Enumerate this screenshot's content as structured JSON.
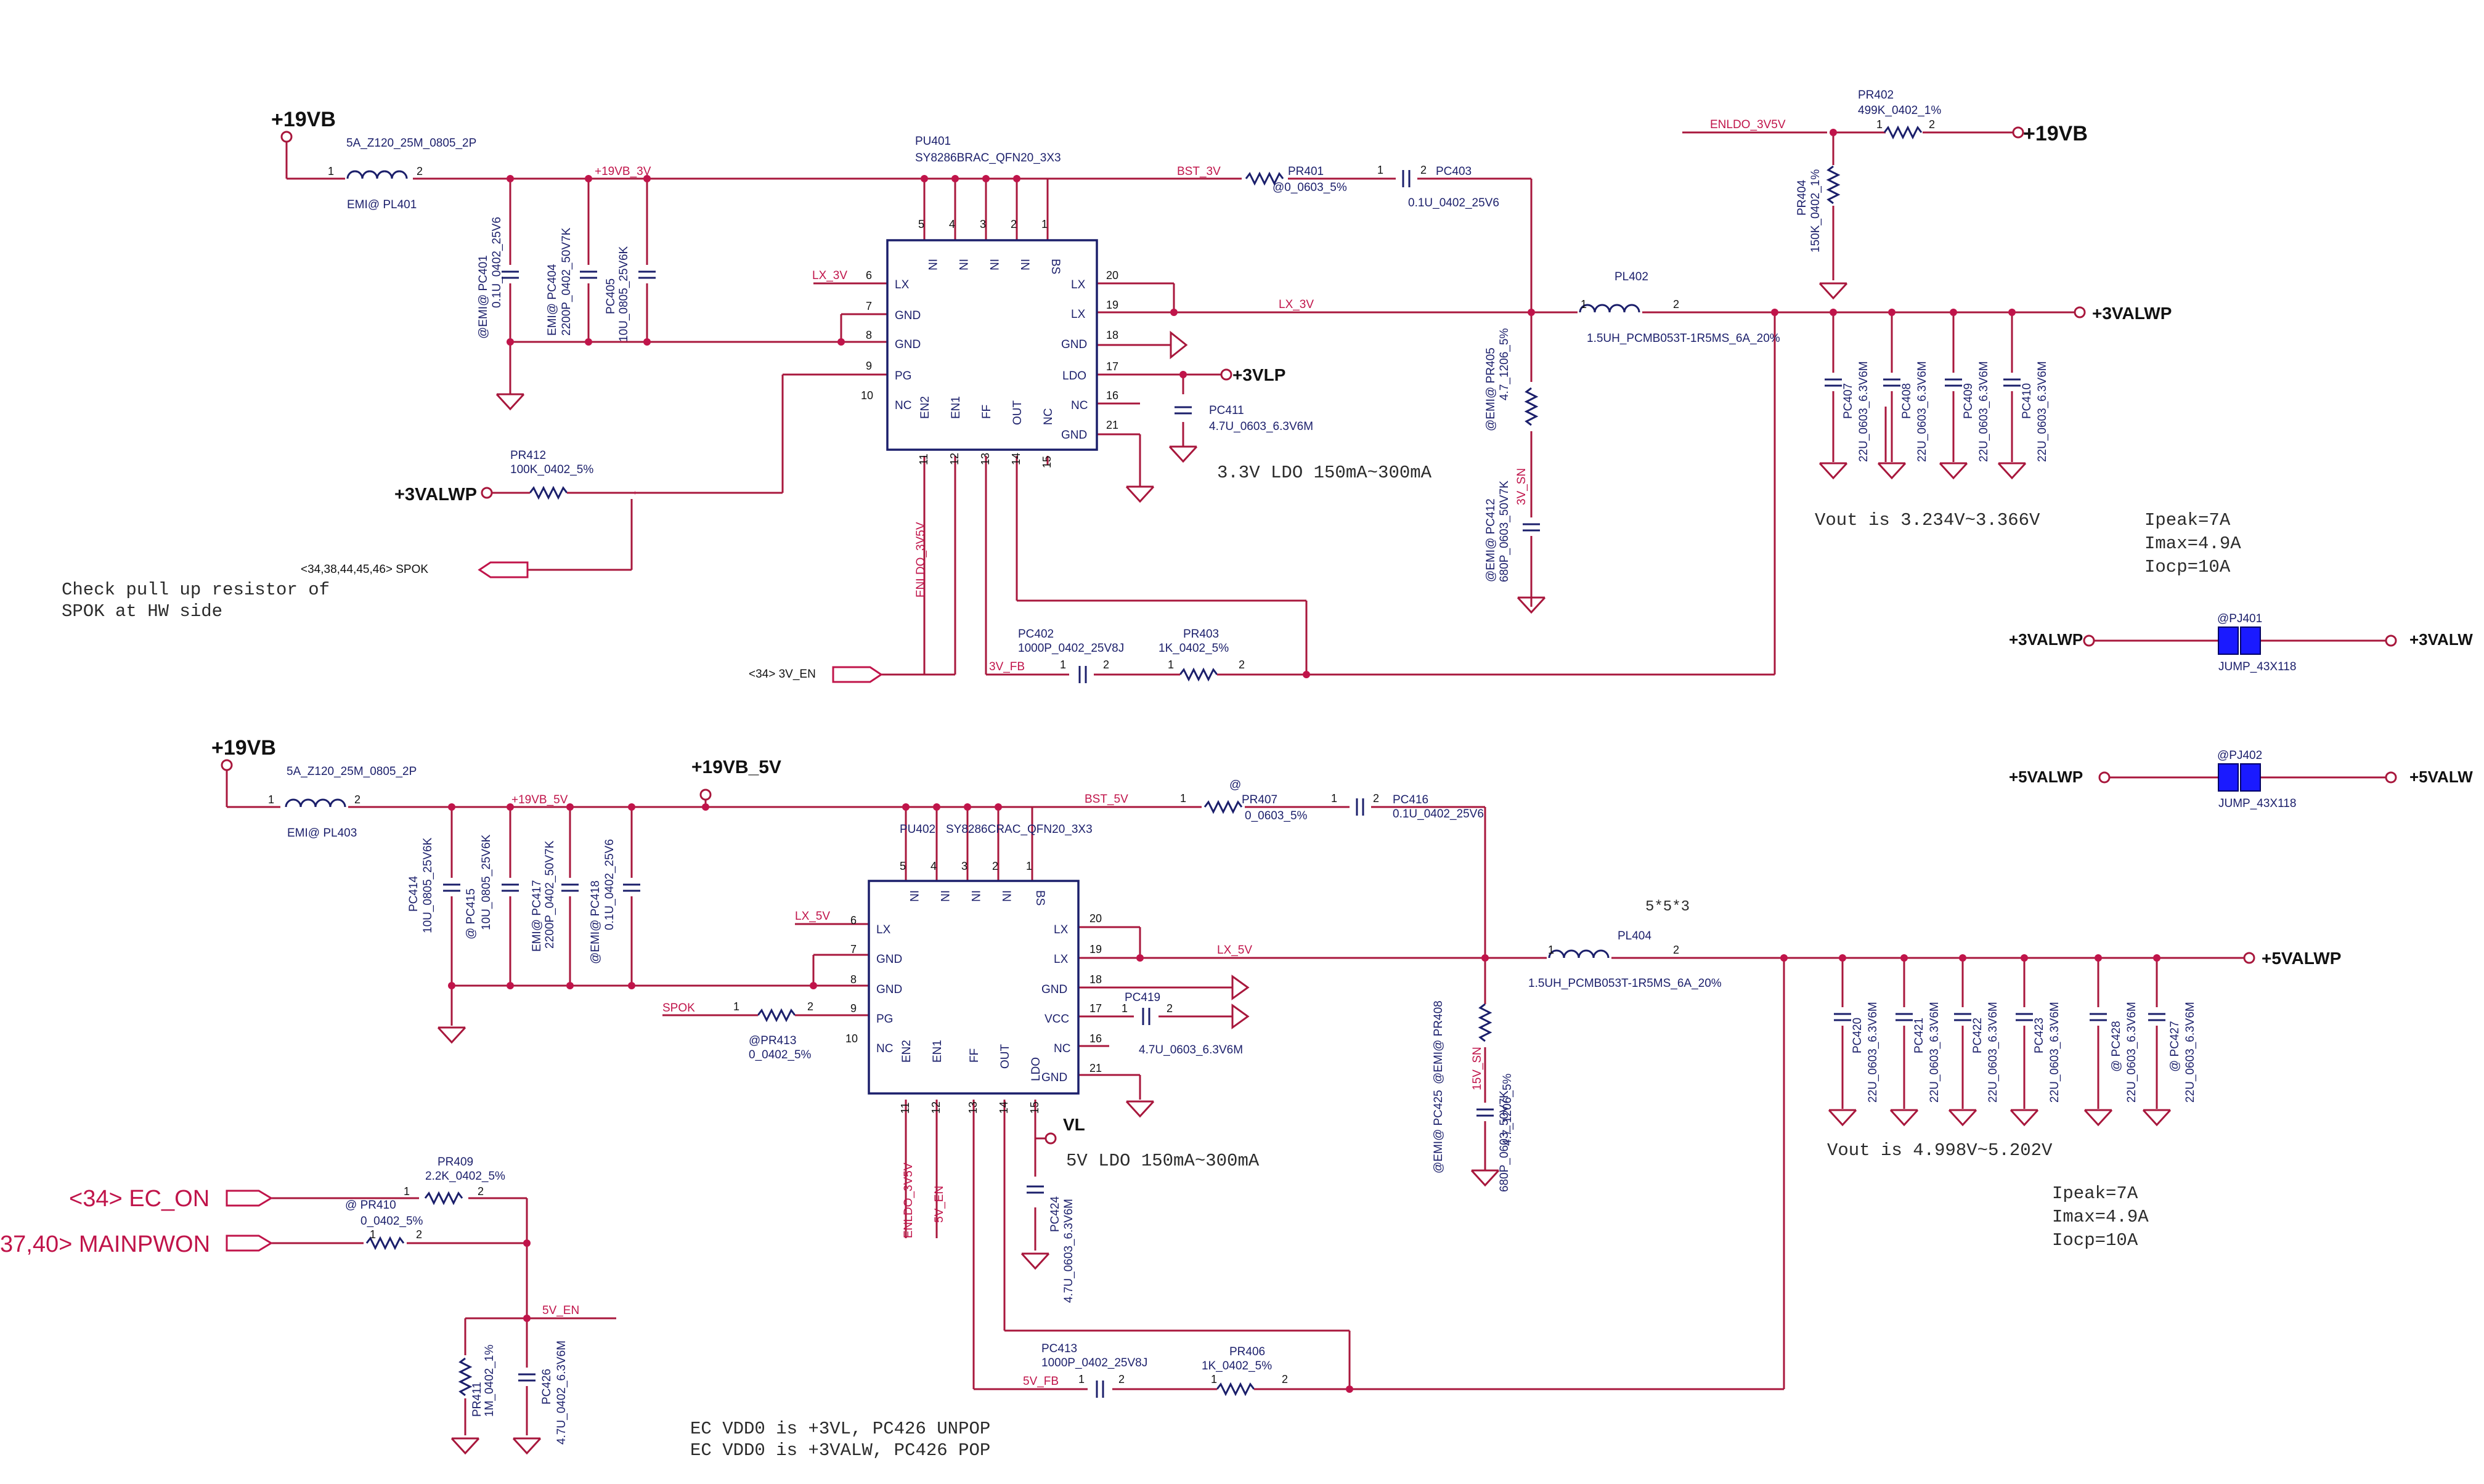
{
  "power_labels": {
    "vin_top": "+19VB",
    "vin_top_right": "+19VB",
    "vin_bot": "+19VB",
    "vin_bot_5v": "+19VB_5V",
    "out_3v": "+3VALWP",
    "out_5v": "+5VALWP",
    "pull_3v": "+3VALWP",
    "vlp": "+3VLP",
    "vl": "VL",
    "pj401_in": "+3VALWP",
    "pj401_out": "+3VALW",
    "pj402_in": "+5VALWP",
    "pj402_out": "+5VALW"
  },
  "nets": {
    "n19vb_3v": "+19VB_3V",
    "n19vb_5v": "+19VB_5V",
    "lx_3v_a": "LX_3V",
    "lx_3v_b": "LX_3V",
    "bst_3v": "BST_3V",
    "enldo_3v5v_top": "ENLDO_3V5V",
    "enldo_3v5v_a": "ENLDO_3V5V",
    "enldo_3v5v_b": "ENLDO_3V5V",
    "fb_3v": "3V_FB",
    "sn_3v": "3V_SN",
    "lx_5v_a": "LX_5V",
    "lx_5v_b": "LX_5V",
    "bst_5v": "BST_5V",
    "spok_5v": "SPOK",
    "en_5v": "5V_EN",
    "en_5v_b": "5V_EN",
    "fb_5v": "5V_FB",
    "sn_5v": "15V_SN"
  },
  "offpage": {
    "spok": "<34,38,44,45,46>  SPOK",
    "en_3v": "<34>  3V_EN",
    "ec_on": "<34>  EC_ON",
    "mainpwon": "37,40>  MAINPWON"
  },
  "ic": {
    "pu401_ref": "PU401",
    "pu401_part": "SY8286BRAC_QFN20_3X3",
    "pu402_ref": "PU402",
    "pu402_part": "SY8286CRAC_QFN20_3X3",
    "top_pins": [
      "IN",
      "IN",
      "IN",
      "IN",
      "BS"
    ],
    "top_nums": [
      "5",
      "4",
      "3",
      "2",
      "1"
    ],
    "left_pins": [
      "LX",
      "GND",
      "GND",
      "PG",
      "NC"
    ],
    "left_nums": [
      "6",
      "7",
      "8",
      "9",
      "10"
    ],
    "right_pins_401": [
      "LX",
      "LX",
      "GND",
      "LDO",
      "NC",
      "GND"
    ],
    "right_pins_402": [
      "LX",
      "LX",
      "GND",
      "VCC",
      "NC",
      "GND"
    ],
    "right_nums": [
      "20",
      "19",
      "18",
      "17",
      "16",
      "21"
    ],
    "bot_pins_401": [
      "EN2",
      "EN1",
      "FF",
      "OUT",
      "NC"
    ],
    "bot_pins_402": [
      "EN2",
      "EN1",
      "FF",
      "OUT",
      "LDO"
    ],
    "bot_nums": [
      "11",
      "12",
      "13",
      "14",
      "15"
    ]
  },
  "parts": {
    "pl401_val": "5A_Z120_25M_0805_2P",
    "pl401_ref": "EMI@  PL401",
    "pl403_val": "5A_Z120_25M_0805_2P",
    "pl403_ref": "EMI@  PL403",
    "pl402_ref": "PL402",
    "pl402_val": "1.5UH_PCMB053T-1R5MS_6A_20%",
    "pl404_ref": "PL404",
    "pl404_val": "1.5UH_PCMB053T-1R5MS_6A_20%",
    "pr401": "PR401",
    "pr401_val": "@0_0603_5%",
    "pc403": "PC403",
    "pc403_val": "0.1U_0402_25V6",
    "pr402": "PR402",
    "pr402_val": "499K_0402_1%",
    "pr404": "PR404",
    "pr404_val": "150K_0402_1%",
    "pr405": "@EMI@ PR405",
    "pr405_val": "4.7_1206_5%",
    "pc412": "@EMI@ PC412",
    "pc412_val": "680P_0603_50V7K",
    "pc411": "PC411",
    "pc411_val": "4.7U_0603_6.3V6M",
    "pr412": "PR412",
    "pr412_val": "100K_0402_5%",
    "pc402": "PC402",
    "pc402_val": "1000P_0402_25V8J",
    "pr403": "PR403",
    "pr403_val": "1K_0402_5%",
    "pc401": "@EMI@ PC401",
    "pc401_val": "0.1U_0402_25V6",
    "pc404": "EMI@ PC404",
    "pc404_val": "2200P_0402_50V7K",
    "pc405": "PC405",
    "pc405_val": "10U_0805_25V6K",
    "pc407": "PC407",
    "pc408": "PC408",
    "pc409": "PC409",
    "pc410": "PC410",
    "cap22u": "22U_0603_6.3V6M",
    "pj401": "@PJ401",
    "pj402": "@PJ402",
    "jump_val": "JUMP_43X118",
    "pr407_at": "@",
    "pr407": "PR407",
    "pr407_val": "0_0603_5%",
    "pc416": "PC416",
    "pc416_val": "0.1U_0402_25V6",
    "pc414": "PC414",
    "pc414_val": "10U_0805_25V6K",
    "pc415": "@  PC415",
    "pc415_val": "10U_0805_25V6K",
    "pc417": "EMI@ PC417",
    "pc417_val": "2200P_0402_50V7K",
    "pc418": "@EMI@ PC418",
    "pc418_val": "0.1U_0402_25V6",
    "pr413": "@PR413",
    "pr413_val": "0_0402_5%",
    "pc419": "PC419",
    "pc419_val": "4.7U_0603_6.3V6M",
    "pr408": "@EMI@ PR408",
    "pr408_val": "4.7_1206_5%",
    "pc425": "@EMI@ PC425",
    "pc425_val": "680P_0603_50V7K",
    "pc420": "PC420",
    "pc421": "PC421",
    "pc422": "PC422",
    "pc423": "PC423",
    "pc428": "@ PC428",
    "pc427": "@ PC427",
    "pc424": "PC424",
    "pc424_val": "4.7U_0603_6.3V6M",
    "pc413": "PC413",
    "pc413_val": "1000P_0402_25V8J",
    "pr406": "PR406",
    "pr406_val": "1K_0402_5%",
    "pr409": "PR409",
    "pr409_val": "2.2K_0402_5%",
    "pr410": "@  PR410",
    "pr410_val": "0_0402_5%",
    "pr411": "PR411",
    "pr411_val": "1M_0402_1%",
    "pc426": "PC426",
    "pc426_val": "4.7U_0402_6.3V6M"
  },
  "notes": {
    "ldo_3v": "3.3V LDO 150mA~300mA",
    "ldo_5v": "5V LDO 150mA~300mA",
    "vout_3v": "Vout is 3.234V~3.366V",
    "vout_5v": "Vout is 4.998V~5.202V",
    "ipeak_3v": "Ipeak=7A",
    "imax_3v": "Imax=4.9A",
    "iocp_3v": "Iocp=10A",
    "ipeak_5v": "Ipeak=7A",
    "imax_5v": "Imax=4.9A",
    "iocp_5v": "Iocp=10A",
    "spok_1": "Check pull up resistor of",
    "spok_2": "SPOK at HW side",
    "ec_1": "EC VDD0 is +3VL, PC426 UNPOP",
    "ec_2": "EC VDD0 is +3VALW, PC426 POP",
    "five": "5*5*3"
  }
}
